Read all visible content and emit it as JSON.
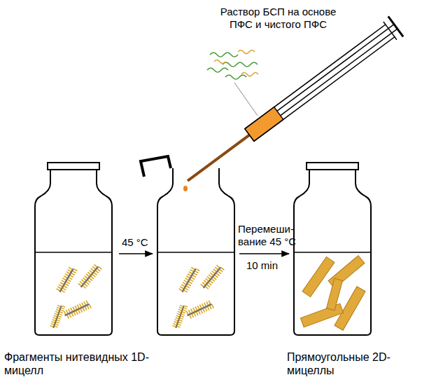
{
  "diagram": {
    "labels": [
      "Раствор БСП на основе ПФС и чистого ПФС",
      "45 °C",
      "Перемеши- вание 45 °C",
      "10 min",
      "Фрагменты нитевидных 1D-мицелл",
      "Прямоугольные 2D-мицеллы"
    ]
  }
}
